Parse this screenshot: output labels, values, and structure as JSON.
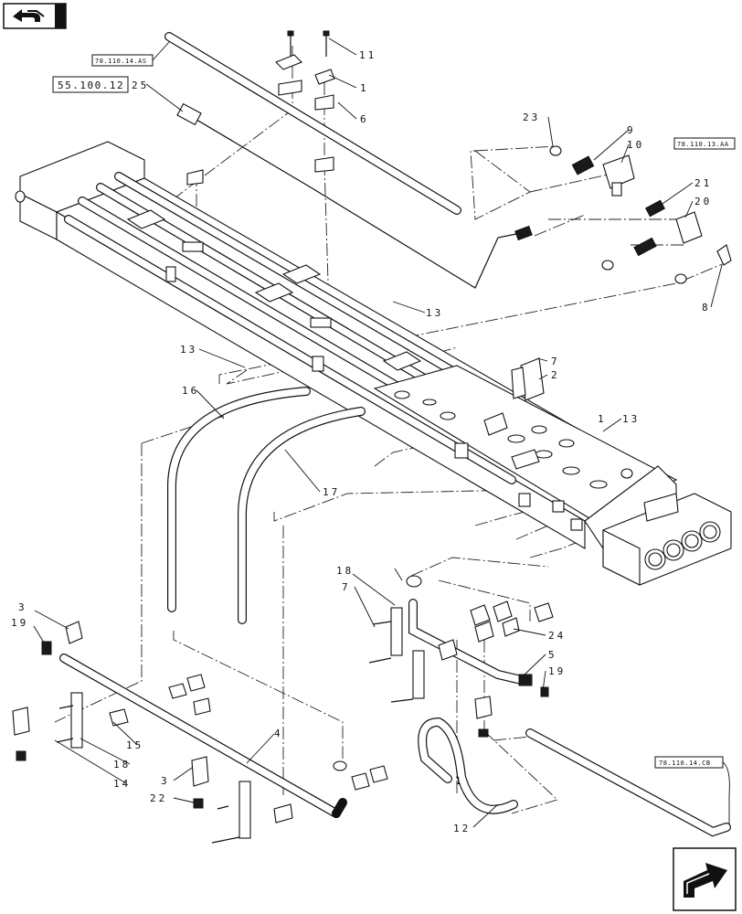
{
  "nav": {
    "back_icon": "back-arrow-icon",
    "forward_icon": "forward-arrow-icon"
  },
  "references": {
    "ref_top_left": "78.110.14.AS",
    "ref_main": "55.100.12",
    "ref_right": "78.110.13.AA",
    "ref_bottom_right": "78.110.14.CB"
  },
  "callouts": {
    "c1a": "1",
    "c1b": "1",
    "c1c": "1",
    "c2": "2",
    "c3a": "3",
    "c3b": "3",
    "c4": "4",
    "c5": "5",
    "c6": "6",
    "c7a": "7",
    "c7b": "7",
    "c8": "8",
    "c9": "9",
    "c10": "10",
    "c11": "11",
    "c12": "12",
    "c13a": "13",
    "c13b": "13",
    "c13c": "13",
    "c14": "14",
    "c15": "15",
    "c16": "16",
    "c17": "17",
    "c18a": "18",
    "c18b": "18",
    "c19a": "19",
    "c19b": "19",
    "c20": "20",
    "c21": "21",
    "c22": "22",
    "c23": "23",
    "c24": "24",
    "c25": "25"
  }
}
